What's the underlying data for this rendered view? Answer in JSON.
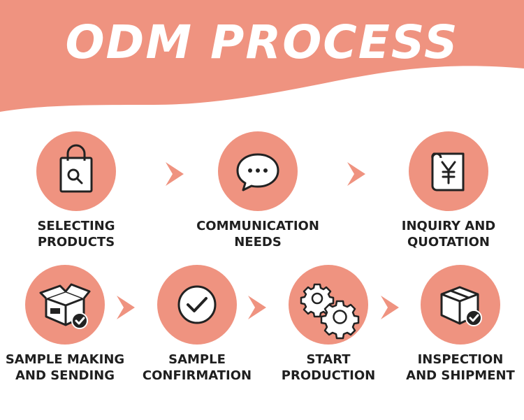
{
  "title": "ODM PROCESS",
  "colors": {
    "accent": "#ef9380",
    "text": "#1f1f1f",
    "background": "#ffffff"
  },
  "steps": [
    {
      "icon": "shopping-bag-icon",
      "line1": "SELECTING",
      "line2": "PRODUCTS"
    },
    {
      "icon": "chat-bubble-icon",
      "line1": "COMMUNICATION",
      "line2": "NEEDS"
    },
    {
      "icon": "yen-receipt-icon",
      "line1": "INQUIRY AND",
      "line2": "QUOTATION"
    },
    {
      "icon": "open-box-check-icon",
      "line1": "SAMPLE MAKING",
      "line2": "AND SENDING"
    },
    {
      "icon": "check-circle-icon",
      "line1": "SAMPLE",
      "line2": "CONFIRMATION"
    },
    {
      "icon": "gears-icon",
      "line1": "START",
      "line2": "PRODUCTION"
    },
    {
      "icon": "package-check-icon",
      "line1": "INSPECTION",
      "line2": "AND SHIPMENT"
    }
  ]
}
